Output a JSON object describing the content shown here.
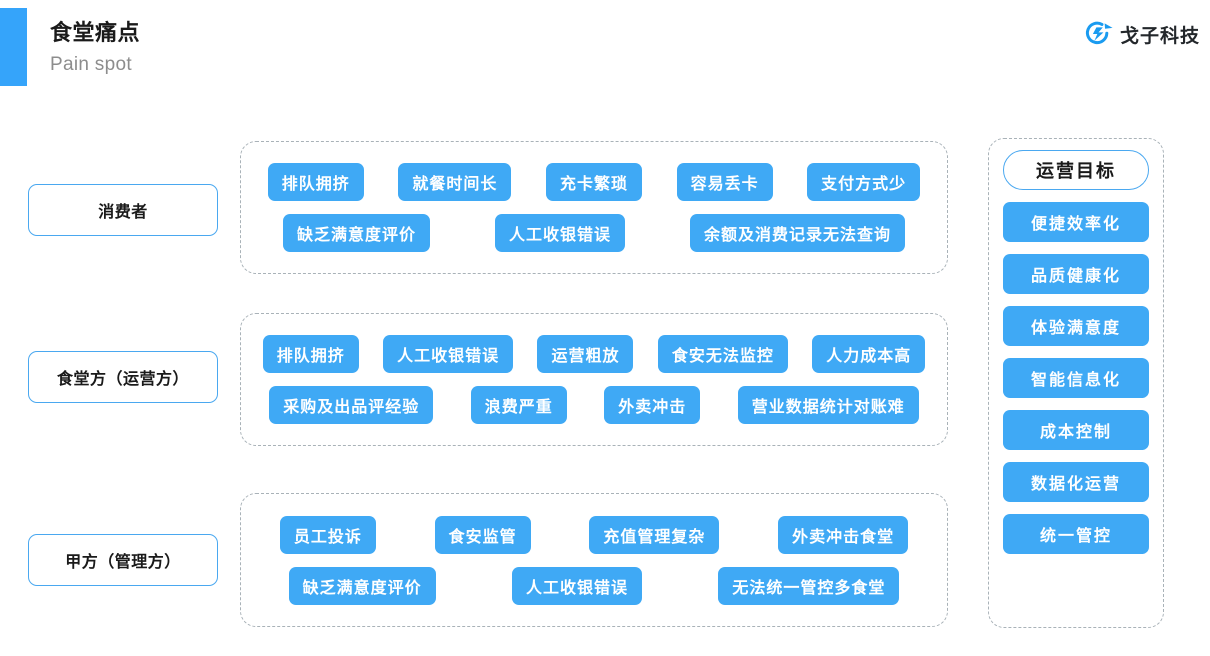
{
  "header": {
    "title": "食堂痛点",
    "subtitle": "Pain spot",
    "accent_color": "#35a4fa",
    "brand": {
      "name": "戈子科技",
      "logo_icon": "goezi-circle-logo-icon",
      "logo_color": "#1a9bf0"
    }
  },
  "theme": {
    "tag_color": "#3fa9f5",
    "tag_text_color": "#ffffff",
    "outline_color": "#4aa8f0",
    "dashed_border_color": "#a9b2b8",
    "subtitle_color": "#8d8d8d"
  },
  "groups": [
    {
      "label": "消费者",
      "rows": [
        [
          "排队拥挤",
          "就餐时间长",
          "充卡繁琐",
          "容易丢卡",
          "支付方式少"
        ],
        [
          "缺乏满意度评价",
          "人工收银错误",
          "余额及消费记录无法查询"
        ]
      ]
    },
    {
      "label": "食堂方（运营方）",
      "rows": [
        [
          "排队拥挤",
          "人工收银错误",
          "运营粗放",
          "食安无法监控",
          "人力成本高"
        ],
        [
          "采购及出品评经验",
          "浪费严重",
          "外卖冲击",
          "营业数据统计对账难"
        ]
      ]
    },
    {
      "label": "甲方（管理方）",
      "rows": [
        [
          "员工投诉",
          "食安监管",
          "充值管理复杂",
          "外卖冲击食堂"
        ],
        [
          "缺乏满意度评价",
          "人工收银错误",
          "无法统一管控多食堂"
        ]
      ]
    }
  ],
  "goals": {
    "title": "运营目标",
    "items": [
      "便捷效率化",
      "品质健康化",
      "体验满意度",
      "智能信息化",
      "成本控制",
      "数据化运营",
      "统一管控"
    ]
  }
}
